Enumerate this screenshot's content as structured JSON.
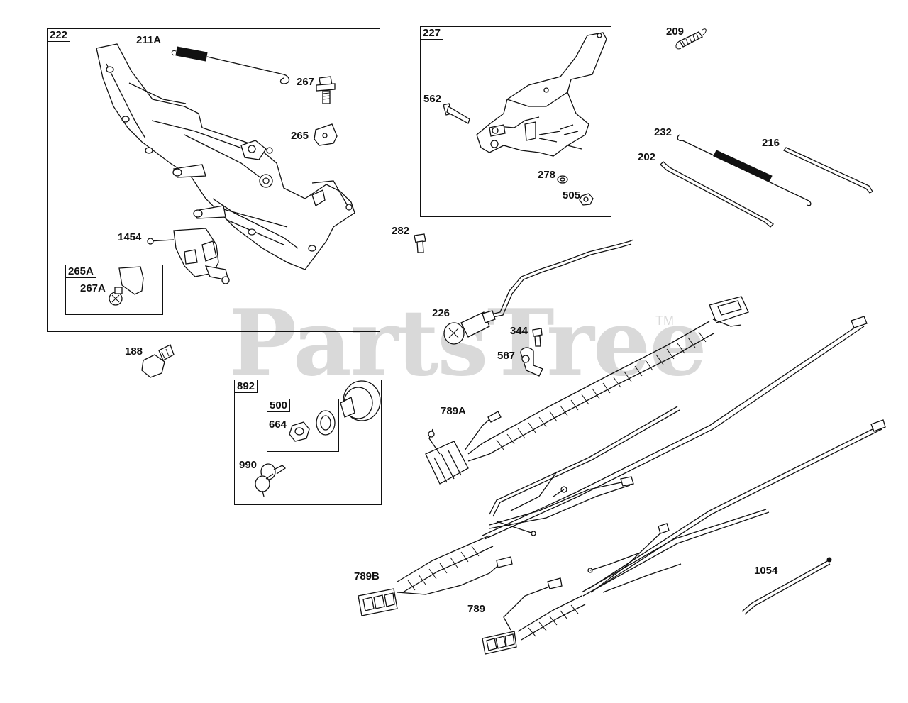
{
  "watermark": {
    "brand": "PartsTree",
    "trademark": "TM"
  },
  "groups": {
    "g222": "222",
    "g265A": "265A",
    "g227": "227",
    "g892": "892",
    "g500": "500"
  },
  "callouts": {
    "c211A": "211A",
    "c267": "267",
    "c265": "265",
    "c1454": "1454",
    "c267A": "267A",
    "c562": "562",
    "c278": "278",
    "c505": "505",
    "c209": "209",
    "c232": "232",
    "c216": "216",
    "c202": "202",
    "c282": "282",
    "c226": "226",
    "c344": "344",
    "c587": "587",
    "c188": "188",
    "c664": "664",
    "c990": "990",
    "c789A": "789A",
    "c789B": "789B",
    "c789": "789",
    "c1054": "1054"
  }
}
